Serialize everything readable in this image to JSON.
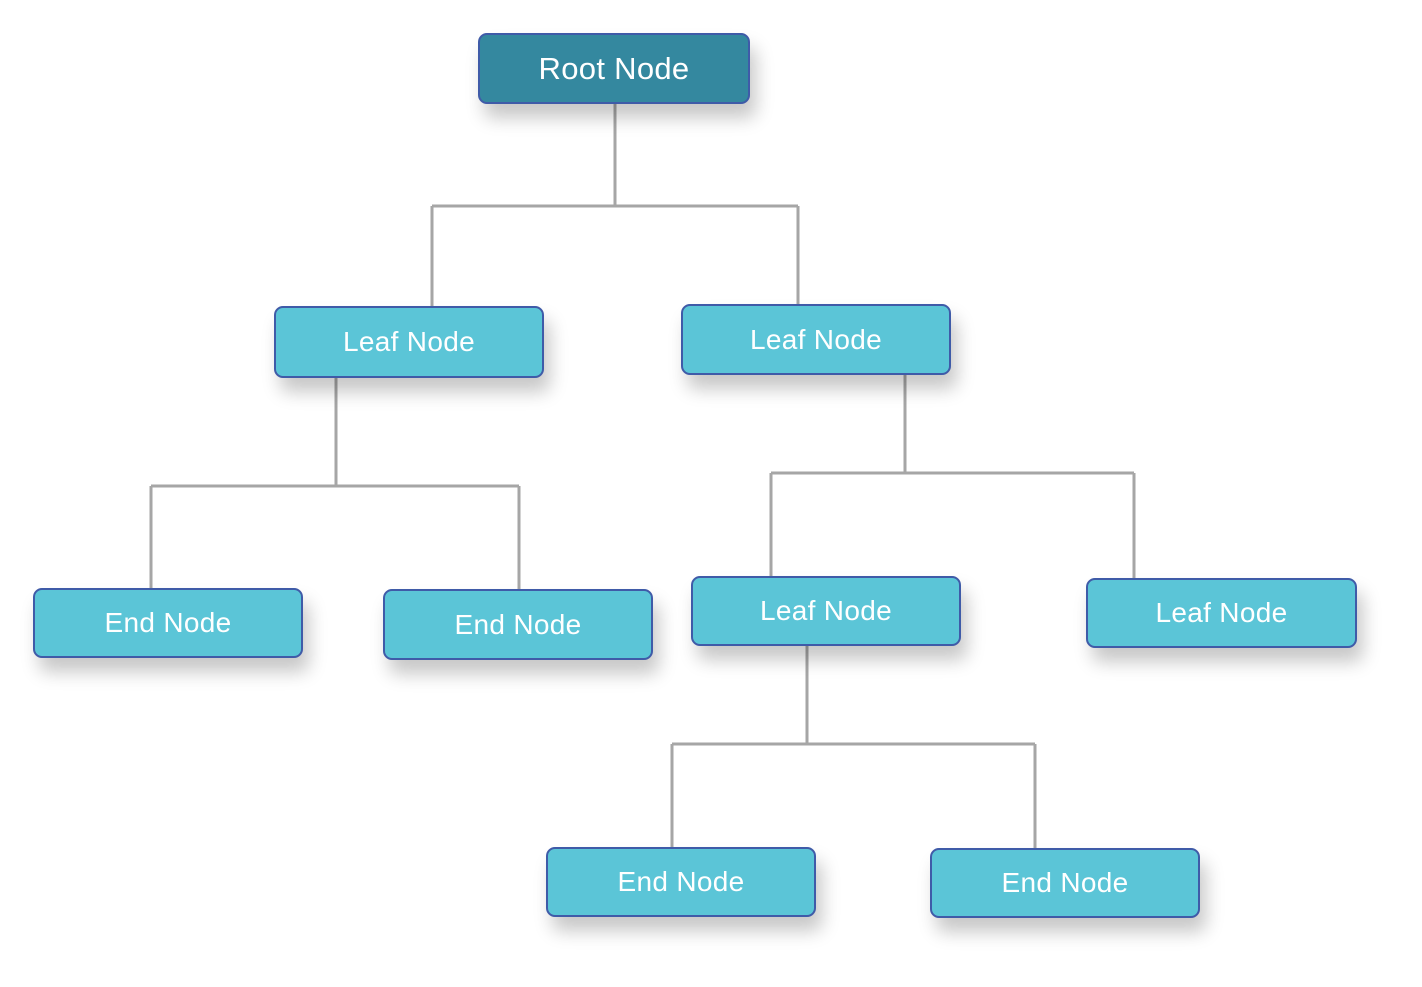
{
  "colors": {
    "root_fill": "#34889f",
    "node_fill": "#5bc5d7",
    "node_border": "#3f5ba8",
    "connector": "#a6a6a6",
    "text": "#ffffff"
  },
  "nodes": {
    "root": "Root Node",
    "leaf_left": "Leaf Node",
    "leaf_right": "Leaf Node",
    "end_1": "End Node",
    "end_2": "End Node",
    "leaf_mid": "Leaf Node",
    "leaf_far_right": "Leaf Node",
    "end_3": "End Node",
    "end_4": "End Node"
  }
}
